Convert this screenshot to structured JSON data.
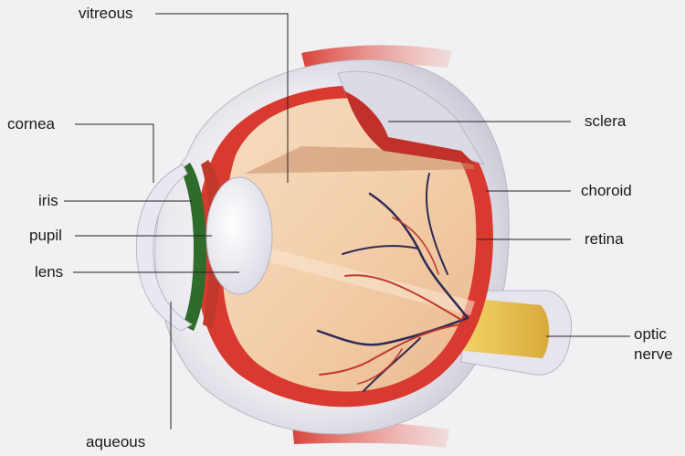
{
  "diagram": {
    "labels": {
      "vitreous": "vitreous",
      "cornea": "cornea",
      "iris": "iris",
      "pupil": "pupil",
      "lens": "lens",
      "aqueous": "aqueous",
      "sclera": "sclera",
      "choroid": "choroid",
      "retina": "retina",
      "optic_nerve_line1": "optic",
      "optic_nerve_line2": "nerve"
    }
  }
}
